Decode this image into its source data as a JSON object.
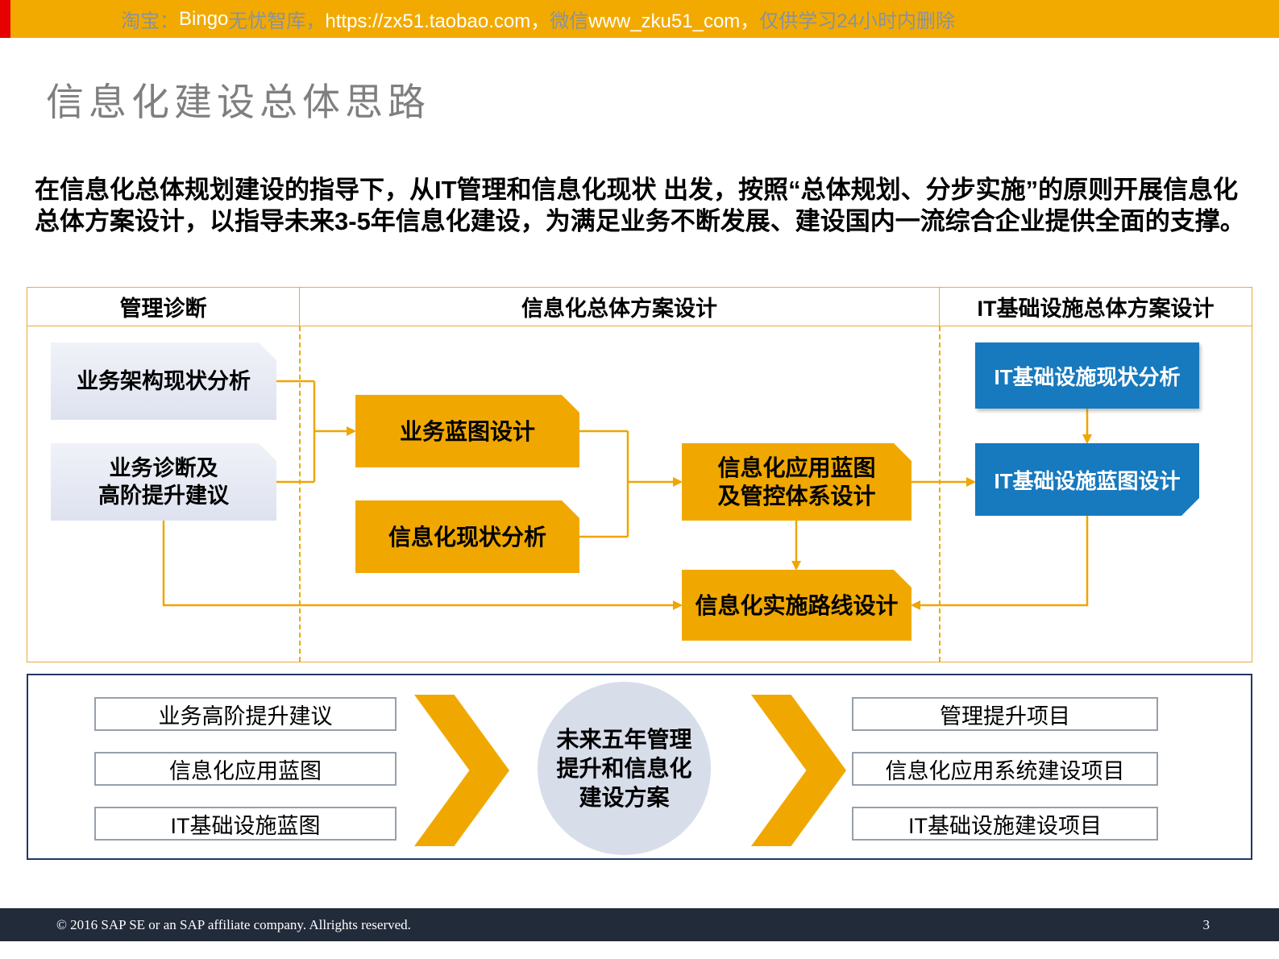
{
  "palette": {
    "banner_bg": "#F2AA00",
    "banner_red_strip": "#E60000",
    "accent_orange": "#F0A800",
    "node_light": "#E5E9F3",
    "node_blue": "#1779BE",
    "circle_fill": "#D8DDEA",
    "diagram_border": "#EBAA3C",
    "bottom_border": "#1F3864",
    "footer_bg": "#222B3A"
  },
  "banner": {
    "segments": [
      {
        "text": "淘宝："
      },
      {
        "text": "Bingo"
      },
      {
        "text": "无忧智库，"
      },
      {
        "text": "https://zx51.taobao.com，"
      },
      {
        "text": "微信"
      },
      {
        "text": "www_zku51_com，"
      },
      {
        "text": "仅供学习24小时内删除"
      }
    ]
  },
  "title": "信息化建设总体思路",
  "intro": "在信息化总体规划建设的指导下，从IT管理和信息化现状 出发，按照“总体规划、分步实施”的原则开展信息化总体方案设计，以指导未来3-5年信息化建设，为满足业务不断发展、建设国内一流综合企业提供全面的支撑。",
  "diagram": {
    "headers": [
      "管理诊断",
      "信息化总体方案设计",
      "IT基础设施总体方案设计"
    ],
    "boxes": {
      "biz_arch": "业务架构现状分析",
      "biz_diag": [
        "业务诊断及",
        "高阶提升建议"
      ],
      "biz_blueprint": "业务蓝图设计",
      "info_status": "信息化现状分析",
      "app_blueprint": [
        "信息化应用蓝图",
        "及管控体系设计"
      ],
      "roadmap": "信息化实施路线设计",
      "it_status": "IT基础设施现状分析",
      "it_blueprint": "IT基础设施蓝图设计"
    }
  },
  "bottom": {
    "inputs": [
      "业务高阶提升建议",
      "信息化应用蓝图",
      "IT基础设施蓝图"
    ],
    "center": [
      "未来五年管理",
      "提升和信息化",
      "建设方案"
    ],
    "outputs": [
      "管理提升项目",
      "信息化应用系统建设项目",
      "IT基础设施建设项目"
    ]
  },
  "footer": {
    "copyright": "© 2016 SAP SE or an SAP affiliate company. Allrights reserved.",
    "page": "3"
  }
}
